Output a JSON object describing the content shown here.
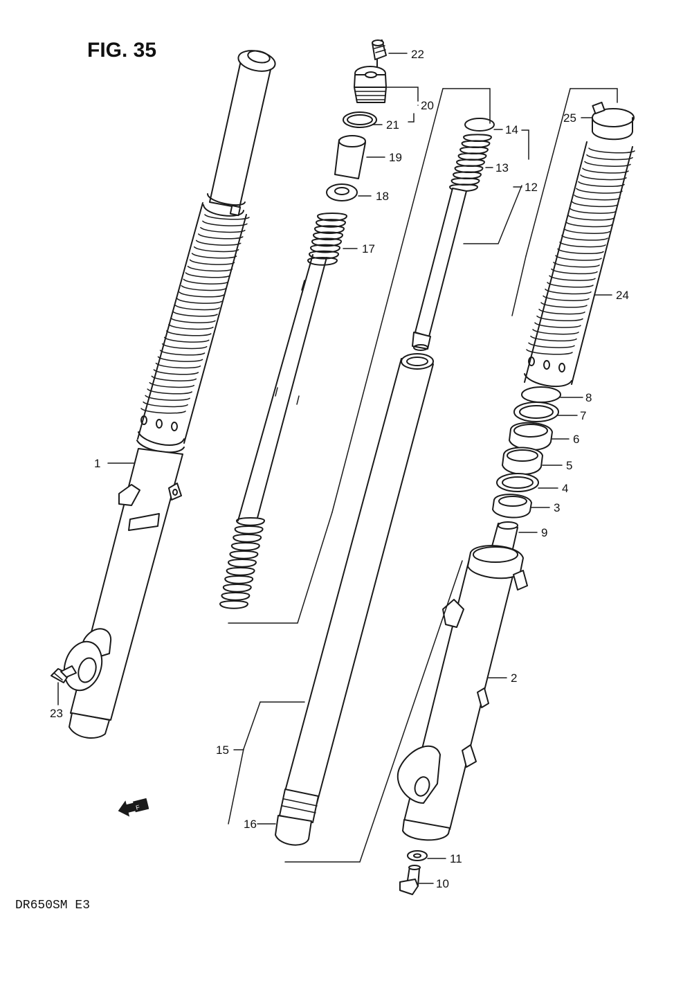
{
  "figure": {
    "title": "FIG. 35",
    "model": "DR650SM  E3"
  },
  "callouts": [
    "22",
    "20",
    "21",
    "19",
    "18",
    "17",
    "14",
    "13",
    "12",
    "25",
    "24",
    "8",
    "7",
    "6",
    "5",
    "4",
    "3",
    "9",
    "2",
    "1",
    "23",
    "15",
    "16",
    "11",
    "10"
  ],
  "parts": [
    {
      "ref": "1",
      "name": "outer-tube-left"
    },
    {
      "ref": "2",
      "name": "outer-tube-right"
    },
    {
      "ref": "3",
      "name": "oil-seal-stopper"
    },
    {
      "ref": "4",
      "name": "retainer-ring"
    },
    {
      "ref": "5",
      "name": "oil-seal"
    },
    {
      "ref": "6",
      "name": "dust-seal"
    },
    {
      "ref": "7",
      "name": "guide-bushing"
    },
    {
      "ref": "8",
      "name": "slide-bushing"
    },
    {
      "ref": "9",
      "name": "oil-lock-piece"
    },
    {
      "ref": "10",
      "name": "bolt"
    },
    {
      "ref": "11",
      "name": "gasket"
    },
    {
      "ref": "12",
      "name": "cylinder-set"
    },
    {
      "ref": "13",
      "name": "rebound-spring"
    },
    {
      "ref": "14",
      "name": "ring"
    },
    {
      "ref": "15",
      "name": "inner-tube-set"
    },
    {
      "ref": "16",
      "name": "bushing"
    },
    {
      "ref": "17",
      "name": "fork-spring"
    },
    {
      "ref": "18",
      "name": "spring-seat"
    },
    {
      "ref": "19",
      "name": "spacer"
    },
    {
      "ref": "20",
      "name": "cap-bolt-set"
    },
    {
      "ref": "21",
      "name": "o-ring"
    },
    {
      "ref": "22",
      "name": "air-valve"
    },
    {
      "ref": "23",
      "name": "axle-clamp-bolt"
    },
    {
      "ref": "24",
      "name": "fork-boot"
    },
    {
      "ref": "25",
      "name": "boot-clamp"
    }
  ],
  "front_marker": {
    "icon": "front-direction-arrow-icon",
    "label": "FRONT"
  }
}
